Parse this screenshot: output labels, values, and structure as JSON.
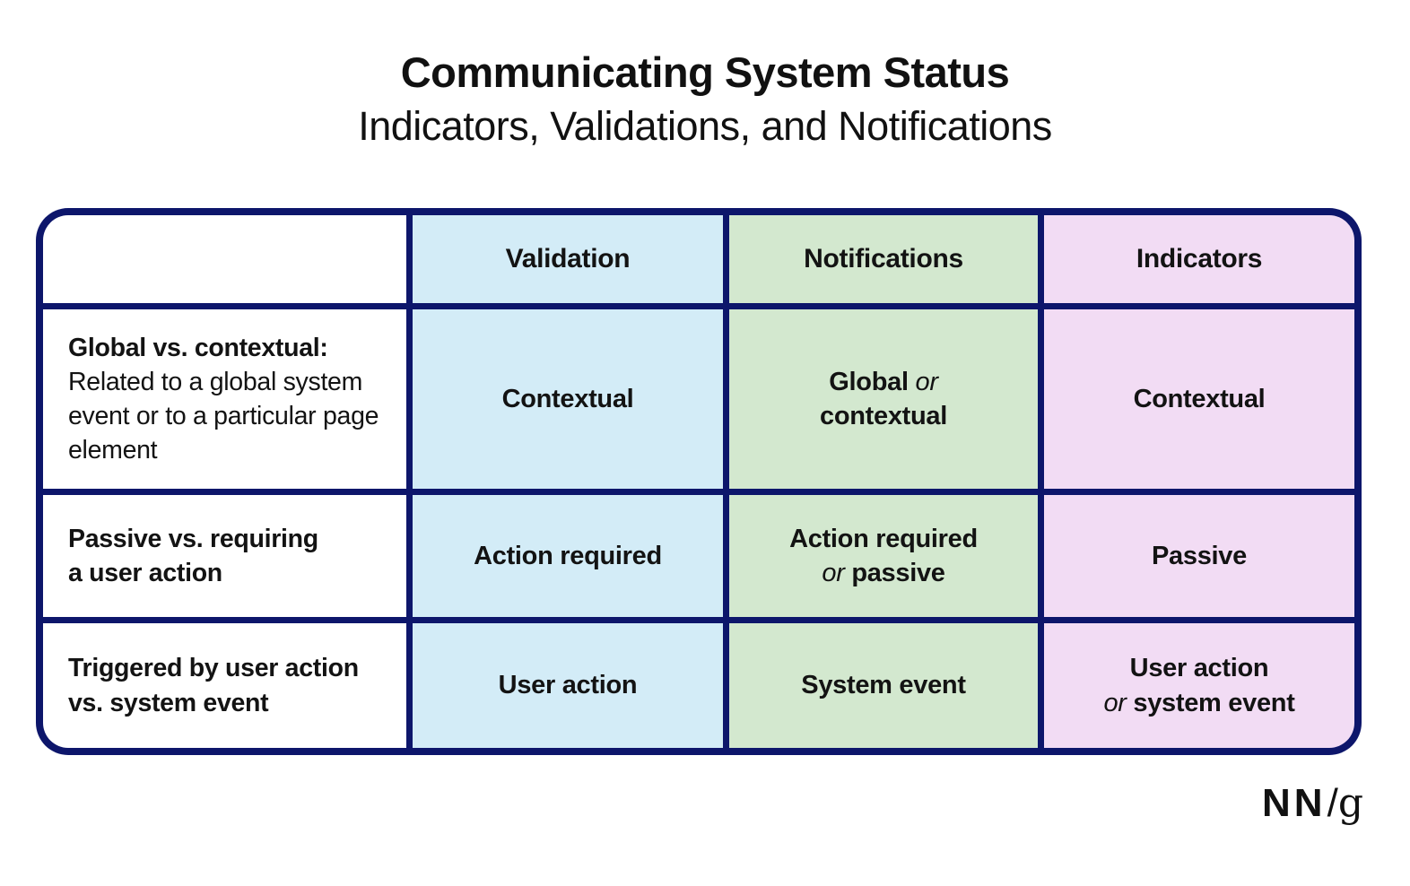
{
  "page": {
    "title": "Communicating System Status",
    "subtitle": "Indicators, Validations, and Notifications"
  },
  "colors": {
    "border_navy": "#0d166b",
    "validation_blue": "#d3ecf7",
    "notifications_green": "#d3e8cf",
    "indicators_pink": "#f2dcf4",
    "text": "#131313",
    "page_background": "#ffffff"
  },
  "table": {
    "column_headers": {
      "empty": "",
      "validation": "Validation",
      "notifications": "Notifications",
      "indicators": "Indicators"
    },
    "rows": [
      {
        "label": {
          "line1_bold": "Global vs. contextual:",
          "line2_text": "Related to a global system event or to a particular page element"
        },
        "validation": {
          "main": "Contextual"
        },
        "notifications": {
          "bold1": "Global",
          "or": "or",
          "bold2": "contextual"
        },
        "indicators": {
          "main": "Contextual"
        }
      },
      {
        "label": {
          "line1_bold": "Passive vs. requiring",
          "line2_bold": "a user action"
        },
        "validation": {
          "main": "Action required"
        },
        "notifications": {
          "bold1": "Action required",
          "or": "or",
          "bold2": "passive"
        },
        "indicators": {
          "main": "Passive"
        }
      },
      {
        "label": {
          "line1_bold": "Triggered by user action",
          "line2_bold": "vs. system event"
        },
        "validation": {
          "main": "User action"
        },
        "notifications": {
          "main": "System event"
        },
        "indicators": {
          "bold1": "User action",
          "or": "or",
          "bold2": "system event"
        }
      }
    ]
  },
  "logo": {
    "nn": "NN",
    "slash": "/",
    "g": "g"
  }
}
